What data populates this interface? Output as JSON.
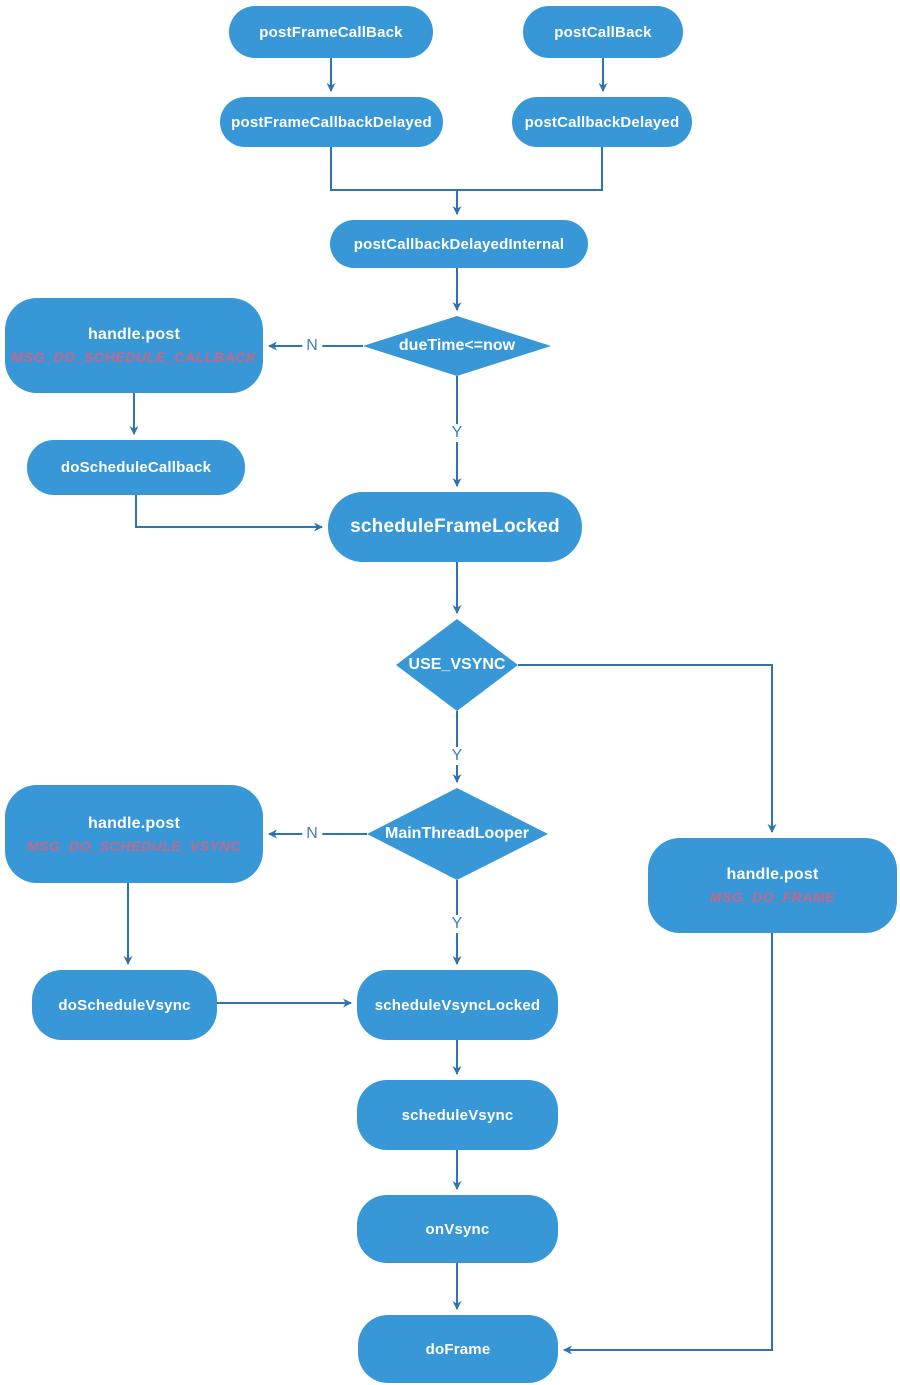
{
  "diagram": {
    "type": "flowchart",
    "nodes": {
      "post_frame_callback": {
        "label": "postFrameCallBack"
      },
      "post_callback": {
        "label": "postCallBack"
      },
      "post_frame_callback_delayed": {
        "label": "postFrameCallbackDelayed"
      },
      "post_callback_delayed": {
        "label": "postCallbackDelayed"
      },
      "post_callback_delayed_internal": {
        "label": "postCallbackDelayedInternal"
      },
      "due_time_decision": {
        "label": "dueTime<=now"
      },
      "handle_post_schedule_callback": {
        "label": "handle.post",
        "message": "MSG_DO_SCHEDULE_CALLBACK"
      },
      "do_schedule_callback": {
        "label": "doScheduleCallback"
      },
      "schedule_frame_locked": {
        "label": "scheduleFrameLocked"
      },
      "use_vsync_decision": {
        "label": "USE_VSYNC"
      },
      "main_thread_looper_decision": {
        "label": "MainThreadLooper"
      },
      "handle_post_schedule_vsync": {
        "label": "handle.post",
        "message": "MSG_DO_SCHEDULE_VSYNC"
      },
      "handle_post_do_frame": {
        "label": "handle.post",
        "message": "MSG_DO_FRAME"
      },
      "do_schedule_vsync": {
        "label": "doScheduleVsync"
      },
      "schedule_vsync_locked": {
        "label": "scheduleVsyncLocked"
      },
      "schedule_vsync": {
        "label": "scheduleVsync"
      },
      "on_vsync": {
        "label": "onVsync"
      },
      "do_frame": {
        "label": "doFrame"
      }
    },
    "edge_labels": {
      "yes": "Y",
      "no": "N"
    },
    "colors": {
      "node_fill": "#3897d6",
      "node_text": "#ffffff",
      "connector": "#2e74ad",
      "msg_text": "#c4688c",
      "label_text": "#4380b0",
      "background": "#ffffff"
    }
  }
}
